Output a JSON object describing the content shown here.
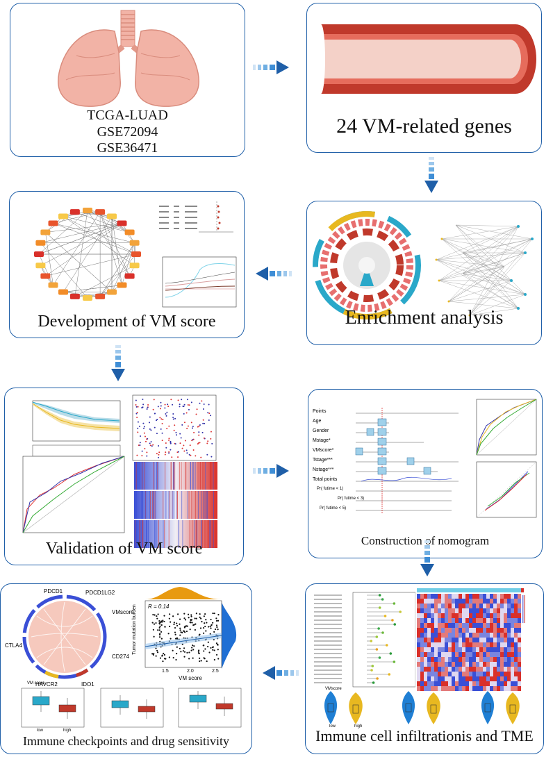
{
  "panels": {
    "data": {
      "lines": [
        "TCGA-LUAD",
        "GSE72094",
        "GSE36471"
      ]
    },
    "genes": {
      "caption": "24 VM-related genes"
    },
    "score_dev": {
      "caption": "Development of VM score"
    },
    "enrichment": {
      "caption": "Enrichment analysis"
    },
    "validation": {
      "caption": "Validation of VM score"
    },
    "nomogram": {
      "caption": "Construction of nomogram",
      "rows": [
        "Points",
        "Age",
        "Gender",
        "Mstage*",
        "VMscore*",
        "Tstage***",
        "Nstage***",
        "Total points"
      ],
      "prob_rows": [
        "Pr( futime < 1)",
        "Pr( futime < 3)",
        "Pr( futime < 5)"
      ]
    },
    "immune_checkpoints": {
      "caption": "Immune checkpoints and drug sensitivity",
      "chord_labels": [
        "PDCD1",
        "PDCD1LG2",
        "VMscore",
        "CD274",
        "IDO1",
        "HAVCR2",
        "CTLA4"
      ],
      "scatter_r": "R = 0.14",
      "scatter_xlabel": "VM score",
      "scatter_ylabel": "Tumor mutation burden",
      "x_ticks": [
        "1.5",
        "2.0",
        "2.5"
      ],
      "box_legend": "VM score",
      "box_groups": [
        "low",
        "high"
      ]
    },
    "immune_cells": {
      "caption": "Immune cell infiltrationis and TME",
      "violin_legend": "VMscore",
      "violin_groups": [
        "low",
        "high"
      ]
    }
  },
  "colors": {
    "border": "#1f5fa8",
    "arrow": "#1f5fa8",
    "vessel_red": "#c0392b",
    "lung_pink": "#f2b3a6",
    "low_blue": "#1f7fd4",
    "high_gold": "#e8b820",
    "box_teal": "#2aa8c9",
    "box_red": "#c0392b"
  }
}
